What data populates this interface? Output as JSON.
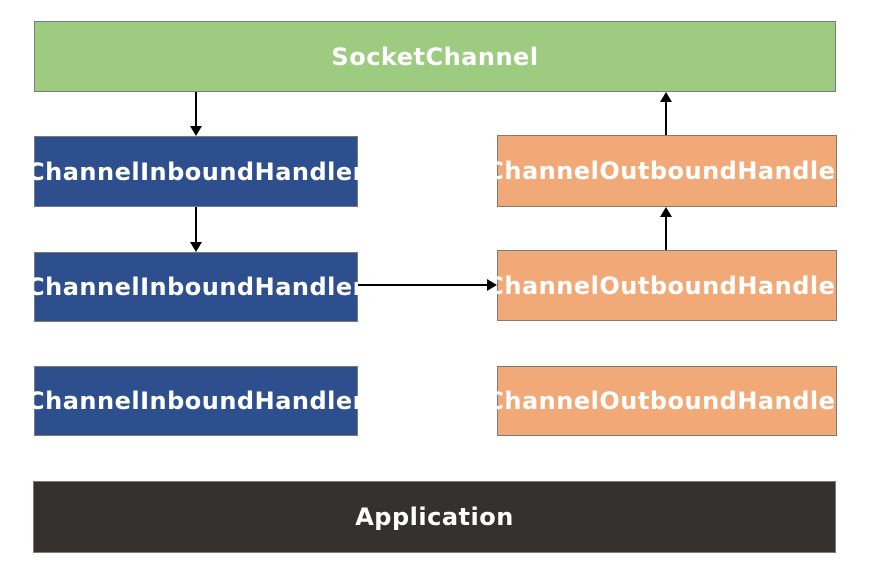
{
  "diagram": {
    "socket_channel": {
      "label": "SocketChannel"
    },
    "inbound_handlers": [
      {
        "label": "ChannelInboundHandler"
      },
      {
        "label": "ChannelInboundHandler"
      },
      {
        "label": "ChannelInboundHandler"
      }
    ],
    "outbound_handlers": [
      {
        "label": "ChannelOutboundHandler"
      },
      {
        "label": "ChannelOutboundHandler"
      },
      {
        "label": "ChannelOutboundHandler"
      }
    ],
    "application": {
      "label": "Application"
    },
    "colors": {
      "socket_channel": "#9DCB80",
      "inbound": "#2E4F8E",
      "outbound": "#F2A978",
      "application": "#343130",
      "box_border": "#7A7A7A",
      "arrow": "#000000",
      "text": "#FFFFFF"
    }
  }
}
